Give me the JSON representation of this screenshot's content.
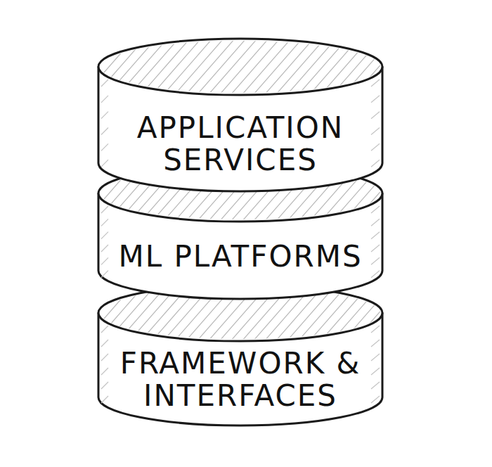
{
  "diagram": {
    "nodes": [
      {
        "text": [
          "APPLICATION SERVICES"
        ]
      },
      {
        "text": [
          "ML PLATFORMS"
        ]
      },
      {
        "text": [
          "FRAMEWORK & INTERFACES"
        ]
      }
    ]
  }
}
